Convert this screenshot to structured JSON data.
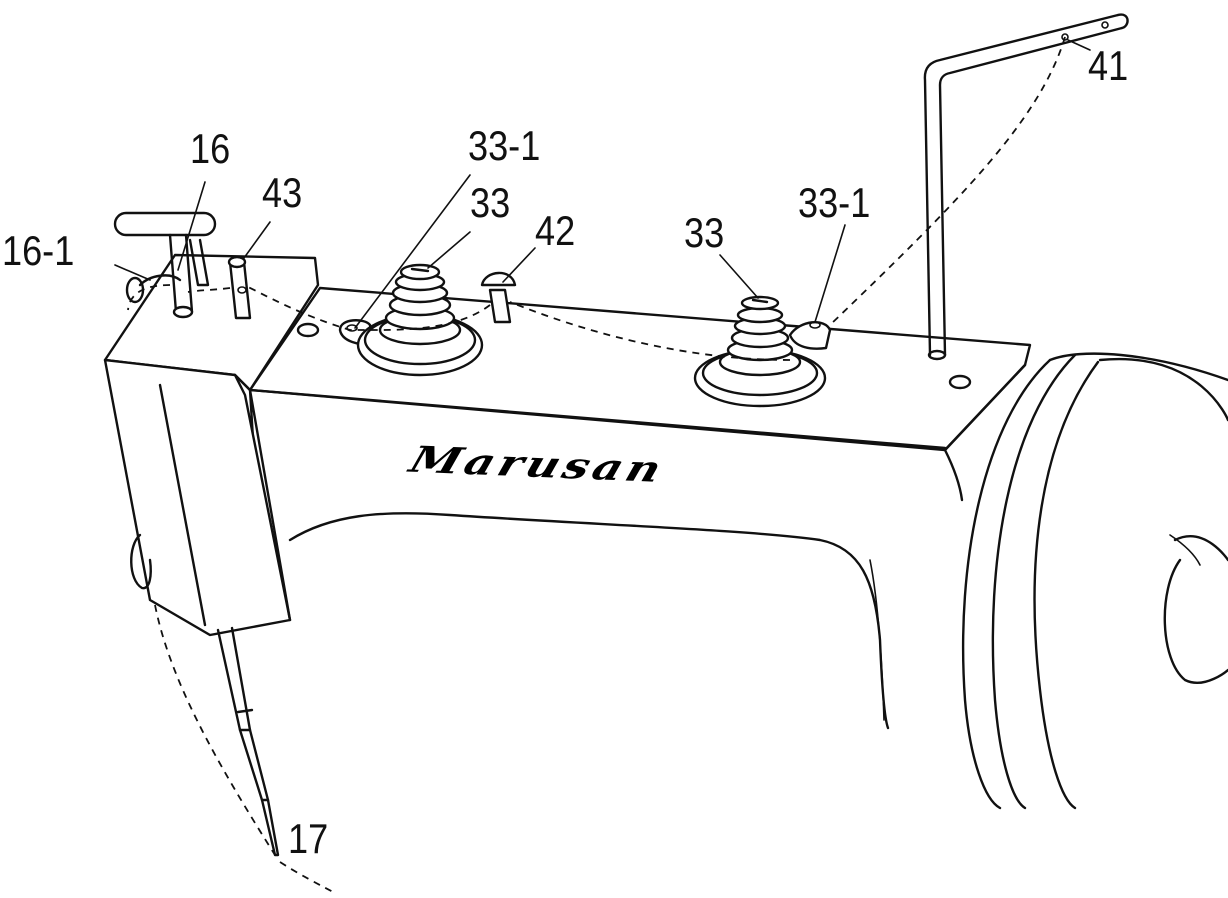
{
  "callouts": {
    "c16_1": "16-1",
    "c16": "16",
    "c43": "43",
    "c33_1_left": "33-1",
    "c33_left": "33",
    "c42": "42",
    "c33_right": "33",
    "c33_1_right": "33-1",
    "c41": "41",
    "c17": "17"
  },
  "brand": "Marusan"
}
